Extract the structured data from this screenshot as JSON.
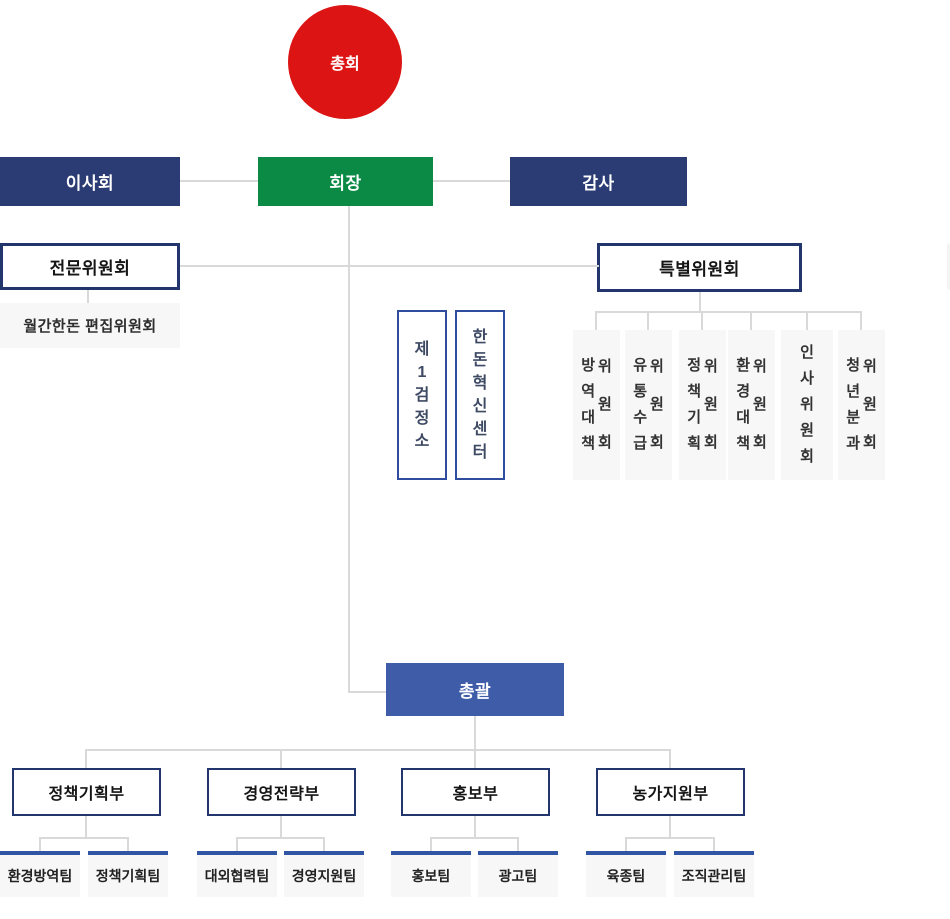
{
  "org_chart": {
    "general_assembly": {
      "label": "총회"
    },
    "top_row": {
      "board": {
        "label": "이사회"
      },
      "president": {
        "label": "회장"
      },
      "auditor": {
        "label": "감사"
      }
    },
    "expert_committee": {
      "label": "전문위원회",
      "children": [
        {
          "label": "월간한돈 편집위원회"
        }
      ]
    },
    "special_committee": {
      "label": "특별위원회",
      "subcommittees": [
        {
          "name": "방역대책위원회",
          "col1": "방역대책",
          "col2": "위원회"
        },
        {
          "name": "유통수급위원회",
          "col1": "유통수급",
          "col2": "위원회"
        },
        {
          "name": "정책기획위원회",
          "col1": "정책기획",
          "col2": "위원회"
        },
        {
          "name": "환경대책위원회",
          "col1": "환경대책",
          "col2": "위원회"
        },
        {
          "name": "인사위원회",
          "col1": "인사위원회",
          "col2": ""
        },
        {
          "name": "청년분과위원회",
          "col1": "청년분과",
          "col2": "위원회"
        }
      ]
    },
    "affiliated_units": [
      {
        "name": "제1검정소"
      },
      {
        "name": "한돈혁신센터"
      }
    ],
    "general_management": {
      "label": "총괄"
    },
    "departments": [
      {
        "label": "정책기획부",
        "teams": [
          "환경방역팀",
          "정책기획팀"
        ]
      },
      {
        "label": "경영전략부",
        "teams": [
          "대외협력팀",
          "경영지원팀"
        ]
      },
      {
        "label": "홍보부",
        "teams": [
          "홍보팀",
          "광고팀"
        ]
      },
      {
        "label": "농가지원부",
        "teams": [
          "육종팀",
          "조직관리팀"
        ]
      }
    ]
  },
  "colors": {
    "red": "#DC1514",
    "navy": "#2B3B74",
    "green": "#0B8A45",
    "blue": "#3F5CA9",
    "border_navy": "#22356D",
    "border_blue": "#2F4D9E",
    "team_bar": "#2F55A3",
    "light_gray": "#F7F7F7",
    "line": "#D9D9D9"
  }
}
